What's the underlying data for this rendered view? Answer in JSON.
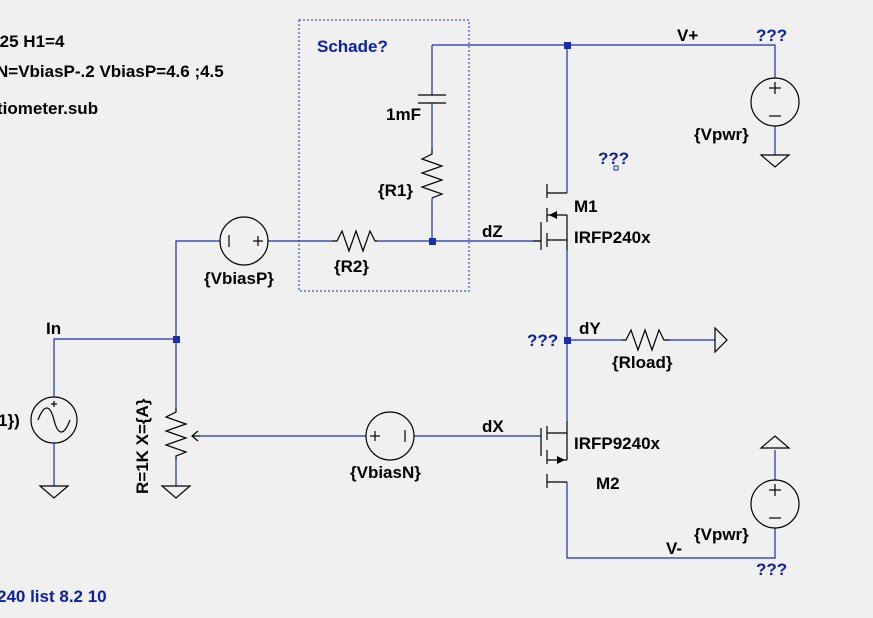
{
  "directives": {
    "line1": ":25 H1=4",
    "line2": "N=VbiasP-.2 VbiasP=4.6 ;4.5",
    "line3": "tiometer.sub",
    "footer": "240 list 8.2 10"
  },
  "box": {
    "title": "Schade?"
  },
  "nets": {
    "vplus": "V+",
    "vminus": "V-",
    "dz": "dZ",
    "dy": "dY",
    "dx": "dX",
    "in": "In",
    "unknown": "???"
  },
  "components": {
    "cap": "1mF",
    "r1": "{R1}",
    "r2": "{R2}",
    "vbiasp": "{VbiasP}",
    "vbiasn": "{VbiasN}",
    "rload": "{Rload}",
    "vpwr_top": "{Vpwr}",
    "vpwr_bottom": "{Vpwr}",
    "m1_name": "M1",
    "m1_model": "IRFP240x",
    "m2_name": "M2",
    "m2_model": "IRFP9240x",
    "pot": "R=1K X={A}",
    "vin_label": "1})"
  },
  "colors": {
    "wire": "#1a2fb0",
    "net_label_blue": "#0b1fa8",
    "component": "#000000",
    "background": "#f0f0f0"
  }
}
